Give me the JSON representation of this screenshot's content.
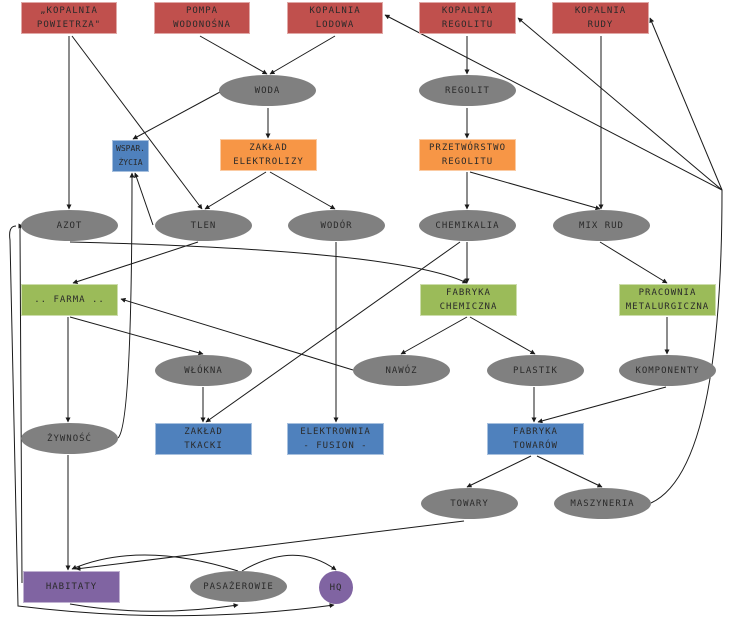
{
  "colors": {
    "source": "#c0504d",
    "process_orange": "#f79646",
    "process_green": "#9bbb59",
    "process_blue": "#4f81bd",
    "resource": "#808080",
    "final_purple": "#8064a2",
    "edge": "#1a1a1a"
  },
  "nodes": {
    "kopalnia_powietrza": {
      "lines": [
        "„KOPALNIA",
        "POWIETRZA\""
      ],
      "kind": "source"
    },
    "pompa_wodonosna": {
      "lines": [
        "POMPA",
        "WODONOŚNA"
      ],
      "kind": "source"
    },
    "kopalnia_lodowa": {
      "lines": [
        "KOPALNIA",
        "LODOWA"
      ],
      "kind": "source"
    },
    "kopalnia_regolitu": {
      "lines": [
        "KOPALNIA",
        "REGOLITU"
      ],
      "kind": "source"
    },
    "kopalnia_rudy": {
      "lines": [
        "KOPALNIA",
        "RUDY"
      ],
      "kind": "source"
    },
    "woda": {
      "lines": [
        "WODA"
      ],
      "kind": "resource"
    },
    "regolit": {
      "lines": [
        "REGOLIT"
      ],
      "kind": "resource"
    },
    "wspar_zycia": {
      "lines": [
        "WSPAR.",
        "ŻYCIA"
      ],
      "kind": "process_blue"
    },
    "zaklad_elektrolizy": {
      "lines": [
        "ZAKŁAD",
        "ELEKTROLIZY"
      ],
      "kind": "process_orange"
    },
    "przetworstwo_regolitu": {
      "lines": [
        "PRZETWÓRSTWO",
        "REGOLITU"
      ],
      "kind": "process_orange"
    },
    "azot": {
      "lines": [
        "AZOT"
      ],
      "kind": "resource"
    },
    "tlen": {
      "lines": [
        "TLEN"
      ],
      "kind": "resource"
    },
    "wodor": {
      "lines": [
        "WODÓR"
      ],
      "kind": "resource"
    },
    "chemikalia": {
      "lines": [
        "CHEMIKALIA"
      ],
      "kind": "resource"
    },
    "mix_rud": {
      "lines": [
        "MIX RUD"
      ],
      "kind": "resource"
    },
    "farma": {
      "lines": [
        ".. FARMA .."
      ],
      "kind": "process_green"
    },
    "fabryka_chemiczna": {
      "lines": [
        "FABRYKA",
        "CHEMICZNA"
      ],
      "kind": "process_green"
    },
    "pracownia_metalurgiczna": {
      "lines": [
        "PRACOWNIA",
        "METALURGICZNA"
      ],
      "kind": "process_green"
    },
    "wlokna": {
      "lines": [
        "WŁÓKNA"
      ],
      "kind": "resource"
    },
    "nawoz": {
      "lines": [
        "NAWÓZ"
      ],
      "kind": "resource"
    },
    "plastik": {
      "lines": [
        "PLASTIK"
      ],
      "kind": "resource"
    },
    "komponenty": {
      "lines": [
        "KOMPONENTY"
      ],
      "kind": "resource"
    },
    "zywnosc": {
      "lines": [
        "ŻYWNOŚĆ"
      ],
      "kind": "resource"
    },
    "zaklad_tkacki": {
      "lines": [
        "ZAKŁAD",
        "TKACKI"
      ],
      "kind": "process_blue"
    },
    "elektrownia_fusion": {
      "lines": [
        "ELEKTROWNIA",
        "- FUSION -"
      ],
      "kind": "process_blue"
    },
    "fabryka_towarow": {
      "lines": [
        "FABRYKA",
        "TOWARÓW"
      ],
      "kind": "process_blue"
    },
    "towary": {
      "lines": [
        "TOWARY"
      ],
      "kind": "resource"
    },
    "maszyneria": {
      "lines": [
        "MASZYNERIA"
      ],
      "kind": "resource"
    },
    "habitaty": {
      "lines": [
        "HABITATY"
      ],
      "kind": "final_purple"
    },
    "pasazerowie": {
      "lines": [
        "PASAŻEROWIE"
      ],
      "kind": "resource"
    },
    "hq": {
      "lines": [
        "HQ"
      ],
      "kind": "final_purple"
    }
  },
  "edges": [
    {
      "from": "pompa_wodonosna",
      "to": "woda"
    },
    {
      "from": "kopalnia_lodowa",
      "to": "woda"
    },
    {
      "from": "woda",
      "to": "wspar_zycia"
    },
    {
      "from": "woda",
      "to": "zaklad_elektrolizy"
    },
    {
      "from": "kopalnia_powietrza",
      "to": "azot"
    },
    {
      "from": "kopalnia_powietrza",
      "to": "tlen"
    },
    {
      "from": "kopalnia_regolitu",
      "to": "regolit"
    },
    {
      "from": "regolit",
      "to": "przetworstwo_regolitu"
    },
    {
      "from": "zaklad_elektrolizy",
      "to": "tlen"
    },
    {
      "from": "zaklad_elektrolizy",
      "to": "wodor"
    },
    {
      "from": "tlen",
      "to": "wspar_zycia"
    },
    {
      "from": "przetworstwo_regolitu",
      "to": "chemikalia"
    },
    {
      "from": "przetworstwo_regolitu",
      "to": "mix_rud"
    },
    {
      "from": "kopalnia_rudy",
      "to": "mix_rud"
    },
    {
      "from": "tlen",
      "to": "farma"
    },
    {
      "from": "azot",
      "to": "fabryka_chemiczna"
    },
    {
      "from": "chemikalia",
      "to": "fabryka_chemiczna"
    },
    {
      "from": "chemikalia",
      "to": "zaklad_tkacki"
    },
    {
      "from": "mix_rud",
      "to": "pracownia_metalurgiczna"
    },
    {
      "from": "farma",
      "to": "wlokna"
    },
    {
      "from": "farma",
      "to": "zywnosc"
    },
    {
      "from": "nawoz",
      "to": "farma"
    },
    {
      "from": "fabryka_chemiczna",
      "to": "nawoz"
    },
    {
      "from": "fabryka_chemiczna",
      "to": "plastik"
    },
    {
      "from": "pracownia_metalurgiczna",
      "to": "komponenty"
    },
    {
      "from": "wlokna",
      "to": "zaklad_tkacki"
    },
    {
      "from": "wodor",
      "to": "elektrownia_fusion"
    },
    {
      "from": "plastik",
      "to": "fabryka_towarow"
    },
    {
      "from": "komponenty",
      "to": "fabryka_towarow"
    },
    {
      "from": "zywnosc",
      "to": "wspar_zycia"
    },
    {
      "from": "zywnosc",
      "to": "habitaty"
    },
    {
      "from": "fabryka_towarow",
      "to": "towary"
    },
    {
      "from": "fabryka_towarow",
      "to": "maszyneria"
    },
    {
      "from": "maszyneria",
      "to": "kopalnia_lodowa"
    },
    {
      "from": "maszyneria",
      "to": "kopalnia_regolitu"
    },
    {
      "from": "maszyneria",
      "to": "kopalnia_rudy"
    },
    {
      "from": "towary",
      "to": "habitaty"
    },
    {
      "from": "pasazerowie",
      "to": "habitaty"
    },
    {
      "from": "pasazerowie",
      "to": "hq"
    },
    {
      "from": "habitaty",
      "to": "pasazerowie"
    },
    {
      "from": "habitaty",
      "to": "azot"
    },
    {
      "from": "azot",
      "to": "hq"
    }
  ]
}
